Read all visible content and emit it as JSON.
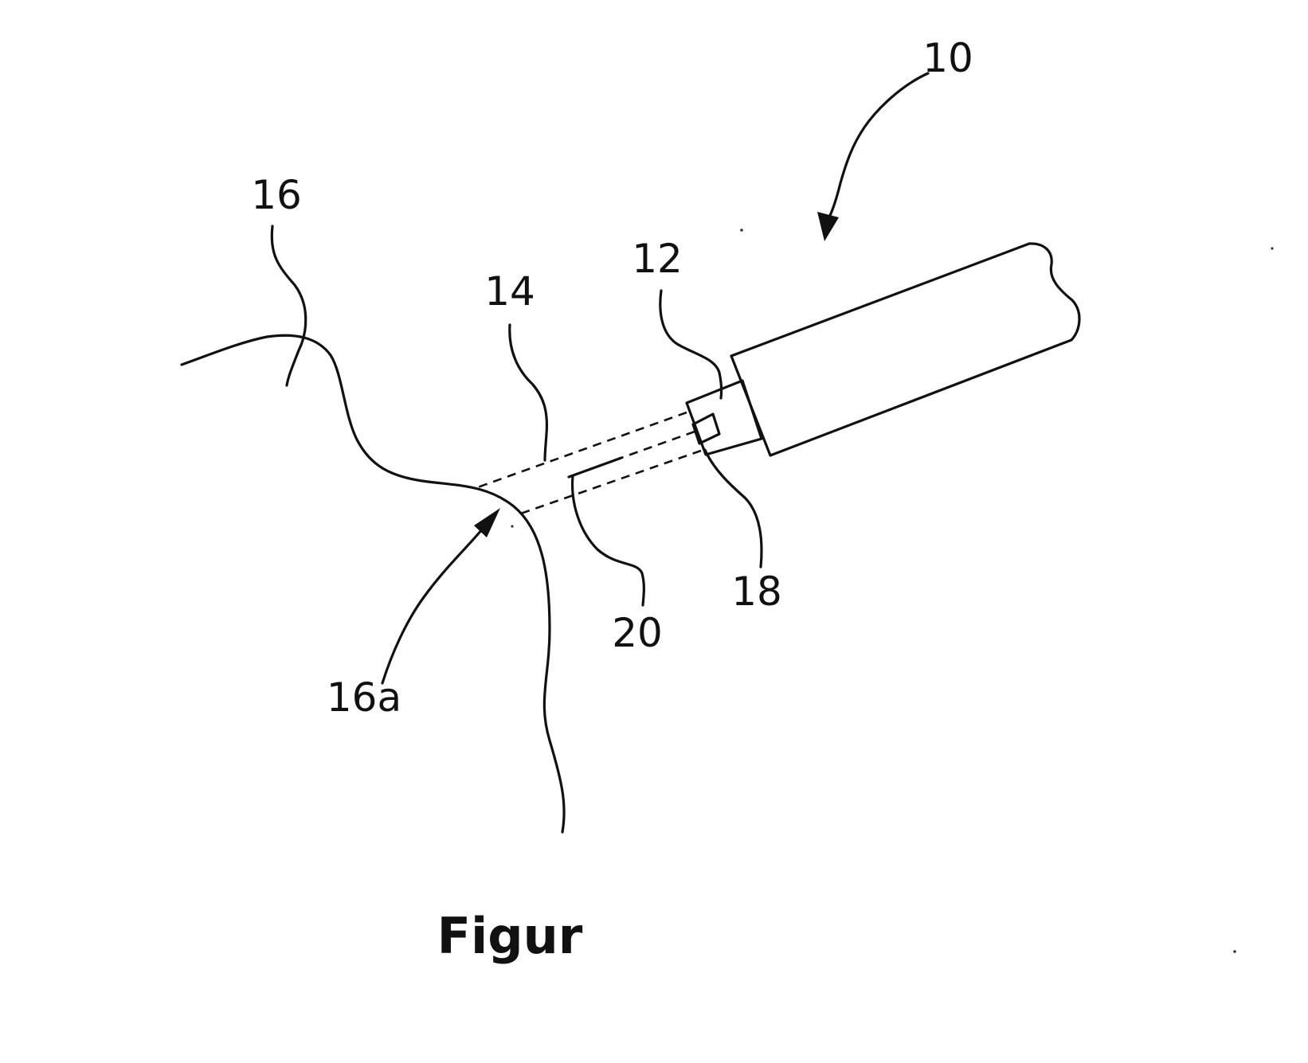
{
  "labels": {
    "ref_10": "10",
    "ref_12": "12",
    "ref_14": "14",
    "ref_16": "16",
    "ref_16a": "16a",
    "ref_18": "18",
    "ref_20": "20"
  },
  "caption": "Figur",
  "colors": {
    "ink": "#111111",
    "background": "#ffffff"
  }
}
